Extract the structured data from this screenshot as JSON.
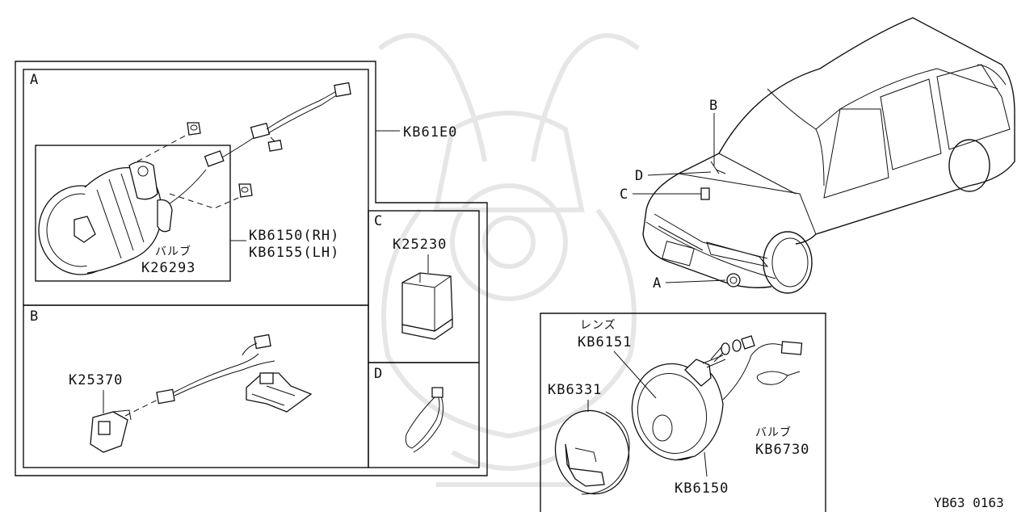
{
  "diagram": {
    "part_code": "YB63 0163",
    "callouts": {
      "kit": "KB61E0",
      "fog_lamp_rh": "KB6150(RH)",
      "fog_lamp_lh": "KB6155(LH)",
      "bulb_jp": "バルブ",
      "bulb_a": "K26293",
      "relay": "K25230",
      "switch": "K25370",
      "lens_jp": "レンズ",
      "lens": "KB6151",
      "cover": "KB6331",
      "bulb_detail_jp": "バルブ",
      "bulb_detail": "KB6730",
      "lamp_detail": "KB6150"
    },
    "section_letters": {
      "a": "A",
      "b": "B",
      "c": "C",
      "d": "D"
    },
    "car_markers": {
      "b": "B",
      "d": "D",
      "c": "C",
      "a": "A"
    }
  }
}
